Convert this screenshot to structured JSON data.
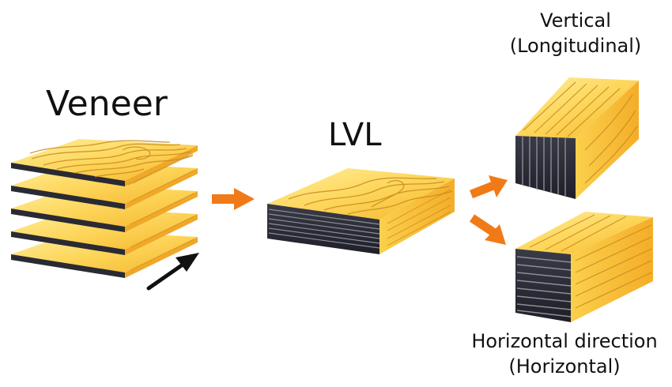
{
  "labels": {
    "veneer": "Veneer",
    "lvl": "LVL",
    "vertical_line1": "Vertical",
    "vertical_line2": "(Longitudinal)",
    "horizontal_line1": "Horizontal direction",
    "horizontal_line2": "(Horizontal)"
  },
  "colors": {
    "wood_light": "#fde070",
    "wood_mid": "#f6b830",
    "grain": "#c98a20",
    "edge_dark": "#2a2a33",
    "edge_line": "#8b8d99",
    "arrow_orange": "#f07a18",
    "arrow_black": "#111111"
  },
  "icons": {
    "flow_arrow": "orange-arrow",
    "grain_direction_arrow": "black-arrow"
  }
}
